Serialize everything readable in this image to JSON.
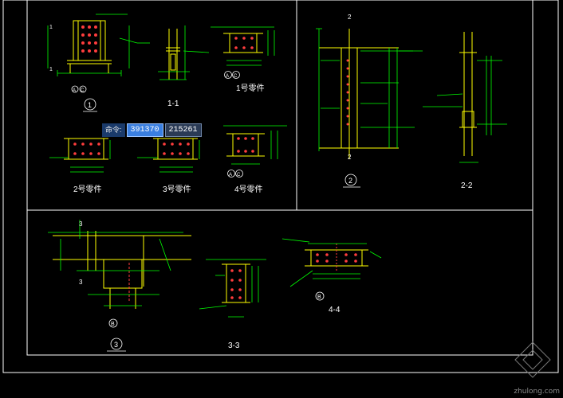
{
  "command": {
    "label": "命令:",
    "x": "391370",
    "y": "215261"
  },
  "watermark": "zhulong.com",
  "colors": {
    "frame": "#ffffff",
    "line": "#ffff00",
    "dim": "#00ff00",
    "accent": "#ff3d3d",
    "text": "#ffffff",
    "bg": "#000000"
  },
  "views": [
    {
      "id": "1",
      "label": "1",
      "circled": true
    },
    {
      "id": "1-1",
      "label": "1-1"
    },
    {
      "id": "p1",
      "label": "1号零件"
    },
    {
      "id": "2",
      "label": "2",
      "circled": true
    },
    {
      "id": "2-2",
      "label": "2-2"
    },
    {
      "id": "p2",
      "label": "2号零件"
    },
    {
      "id": "p3",
      "label": "3号零件"
    },
    {
      "id": "p4",
      "label": "4号零件"
    },
    {
      "id": "3",
      "label": "3",
      "circled": true
    },
    {
      "id": "3-3",
      "label": "3-3"
    },
    {
      "id": "4-4",
      "label": "4-4"
    }
  ],
  "axis_marks": {
    "AC": [
      "A",
      "C"
    ],
    "B": "B"
  },
  "sections": {
    "s1": "1",
    "s2": "2",
    "s3": "3"
  }
}
